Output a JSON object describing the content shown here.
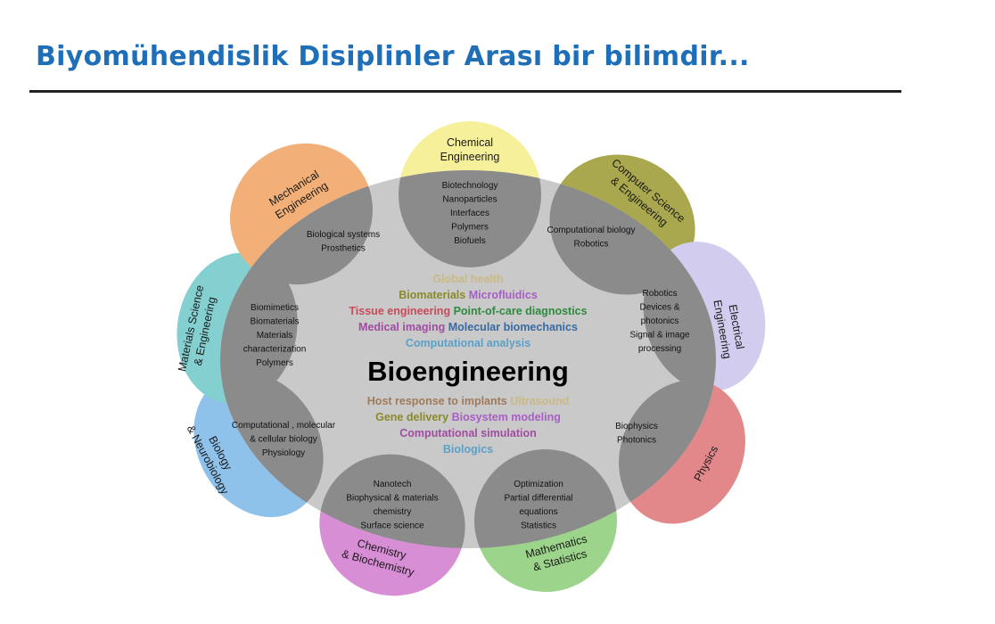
{
  "slide": {
    "title": "Biyomühendislik Disiplinler Arası bir bilimdir..."
  },
  "diagram": {
    "center_label": "Bioengineering",
    "center_color": "#c9c9c9",
    "overlap_color": "#8b8b8b",
    "disciplines": [
      {
        "id": "chemical-engineering",
        "label_lines": [
          "Chemical",
          "Engineering"
        ],
        "overlap_lines": [
          "Biotechnology",
          "Nanoparticles",
          "Interfaces",
          "Polymers",
          "Biofuels"
        ],
        "color": "#f6f09a"
      },
      {
        "id": "computer-science",
        "label_lines": [
          "Computer Science",
          "& Engineering"
        ],
        "overlap_lines": [
          "Computational biology",
          "Robotics"
        ],
        "color": "#aaa84e"
      },
      {
        "id": "electrical-engineering",
        "label_lines": [
          "Electrical",
          "Engineering"
        ],
        "overlap_lines": [
          "Robotics",
          "Devices &",
          "photonics",
          "Signal & image",
          "processing"
        ],
        "color": "#d2cdee"
      },
      {
        "id": "physics",
        "label_lines": [
          "Physics"
        ],
        "overlap_lines": [
          "Biophysics",
          "Photonics"
        ],
        "color": "#e2878a"
      },
      {
        "id": "mathematics-statistics",
        "label_lines": [
          "Mathematics",
          "& Statistics"
        ],
        "overlap_lines": [
          "Optimization",
          "Partial differential",
          "equations",
          "Statistics"
        ],
        "color": "#9bd48a"
      },
      {
        "id": "chemistry-biochemistry",
        "label_lines": [
          "Chemistry",
          "& Biochemistry"
        ],
        "overlap_lines": [
          "Nanotech",
          "Biophysical & materials",
          "chemistry",
          "Surface science"
        ],
        "color": "#d78ed4"
      },
      {
        "id": "biology-neurobiology",
        "label_lines": [
          "Biology",
          "& Neurobiology"
        ],
        "overlap_lines": [
          "Computational , molecular",
          "& cellular biology",
          "Physiology"
        ],
        "color": "#8ec2ea"
      },
      {
        "id": "materials-science",
        "label_lines": [
          "Materials Science",
          "& Engineering"
        ],
        "overlap_lines": [
          "Biomimetics",
          "Biomaterials",
          "Materials",
          "characterization",
          "Polymers"
        ],
        "color": "#84cfd0"
      },
      {
        "id": "mechanical-engineering",
        "label_lines": [
          "Mechanical",
          "Engineering"
        ],
        "overlap_lines": [
          "Biological systems",
          "Prosthetics"
        ],
        "color": "#f2b078"
      }
    ],
    "topics_upper": [
      {
        "segments": [
          {
            "text": "Global health",
            "color": "#c9b985"
          }
        ]
      },
      {
        "segments": [
          {
            "text": "Biomaterials",
            "color": "#8a8a2a"
          },
          {
            "text": "Microfluidics",
            "color": "#a85ec6"
          }
        ]
      },
      {
        "segments": [
          {
            "text": "Tissue engineering",
            "color": "#c94a5a"
          },
          {
            "text": "Point-of-care diagnostics",
            "color": "#2e8a3e"
          }
        ]
      },
      {
        "segments": [
          {
            "text": "Medical imaging",
            "color": "#a04ca0"
          },
          {
            "text": "Molecular biomechanics",
            "color": "#3a6aa0"
          }
        ]
      },
      {
        "segments": [
          {
            "text": "Computational analysis",
            "color": "#5aa0c8"
          }
        ]
      }
    ],
    "topics_lower": [
      {
        "segments": [
          {
            "text": "Host response to implants",
            "color": "#a07a5a"
          },
          {
            "text": "Ultrasound",
            "color": "#c9b985"
          }
        ]
      },
      {
        "segments": [
          {
            "text": "Gene delivery",
            "color": "#8a8a2a"
          },
          {
            "text": "Biosystem modeling",
            "color": "#a85ec6"
          }
        ]
      },
      {
        "segments": [
          {
            "text": "Computational simulation",
            "color": "#a04ca0"
          }
        ]
      },
      {
        "segments": [
          {
            "text": "Biologics",
            "color": "#5aa0c8"
          }
        ]
      }
    ]
  }
}
